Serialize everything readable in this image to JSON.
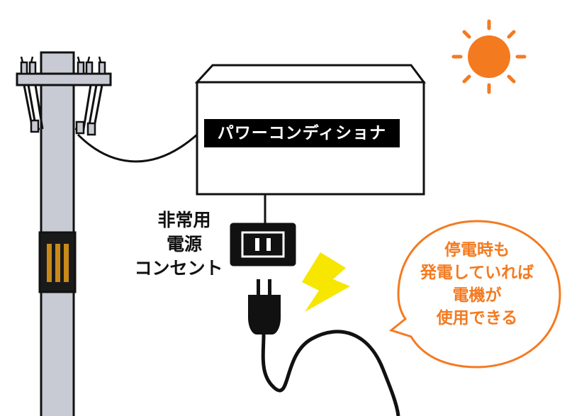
{
  "diagram": {
    "power_conditioner_label": "パワーコンディショナ",
    "outlet_label_lines": [
      "非常用",
      "電源",
      "コンセント"
    ],
    "bubble_lines": [
      "停電時も",
      "発電していれば",
      "電機が",
      "使用できる"
    ],
    "colors": {
      "sun": "#f47a20",
      "bubble_border": "#f47a20",
      "bubble_text": "#f47a20",
      "lightning": "#f7e600",
      "pole": "#c8cbd3",
      "band_dark": "#1a1a1a",
      "band_gold": "#c9891a"
    },
    "icons": [
      "sun-icon",
      "lightning-icon",
      "plug-icon",
      "outlet-icon",
      "utility-pole-icon"
    ]
  }
}
